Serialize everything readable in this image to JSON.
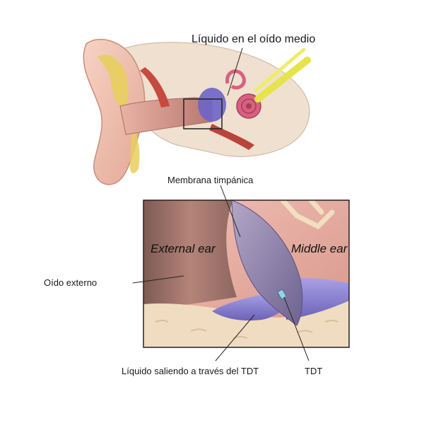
{
  "labels": {
    "title": "Líquido en el oído medio",
    "membrana": "Membrana timpánica",
    "oido_externo": "Oído externo",
    "liquido_tdt": "Líquido saliendo a través del TDT",
    "tdt": "TDT",
    "external_ear": "External ear",
    "middle_ear": "Middle ear"
  },
  "colors": {
    "skin": "#f0c2ae",
    "canal": "#c98f86",
    "bone": "#f1dfc0",
    "fluid": "#8f86d6",
    "membrane": "#8c7fa6",
    "nerve": "#e6e44a",
    "cochlea": "#d9607f",
    "pink_tissue": "#e7b0a8"
  }
}
